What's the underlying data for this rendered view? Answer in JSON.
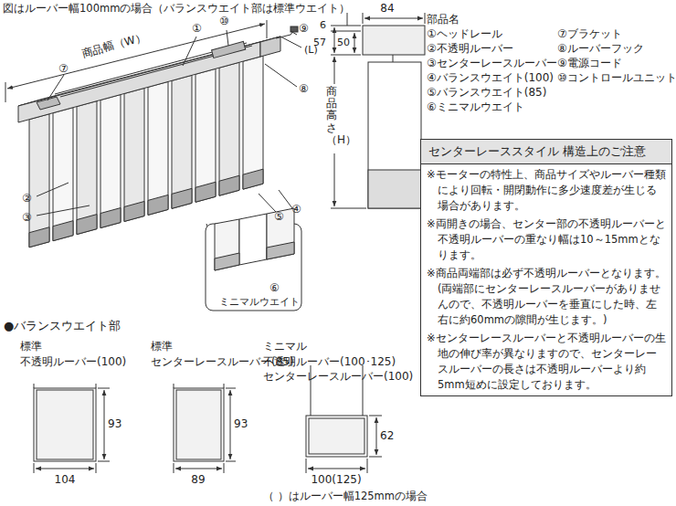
{
  "diagram": {
    "nodes": [
      {
        "text": [
          "センターレーススタイル 構造上のご注意",
          "※モーターの特性上、商品サイズやルーバー種類により回転・開閉動作に多少速度差が生じる場合があります。",
          "※両開きの場合、センター部の不透明ルーバーと不透明ルーバーの重なり幅は10～15mmとなります。",
          "※商品両端部は必ず不透明ルーバーとなります。(両端部にセンターレースルーバーがありませんので、不透明ルーバーを垂直にした時、左右に約60mmの隙間が生じます。)",
          "※センターレースルーバーと不透明ルーバーの生地の伸び率が異なりますので、センターレースルーバーの長さは不透明ルーバーより約5mm短めに設定しております。"
        ]
      }
    ],
    "labels": [
      "図はルーバー幅100mmの場合（バランスウエイト部は標準ウエイト）",
      "商品幅（W）",
      "①",
      "⑩",
      "⑨",
      "(L)",
      "⑦",
      "⑧",
      "②",
      "③",
      "⑤",
      "④",
      "ミニマルウエイト",
      "⑥",
      "84",
      "6",
      "50",
      "57",
      "商品高さ（H）",
      "部品名",
      "①ヘッドレール",
      "②不透明ルーバー",
      "③センターレースルーバー",
      "④バランスウエイト(100)",
      "⑤バランスウエイト(85)",
      "⑥ミニマルウエイト",
      "⑦ブラケット",
      "⑧ルーバーフック",
      "⑨電源コード",
      "⑩コントロールユニット",
      "●バランスウエイト部",
      "標準",
      "不透明ルーバー(100)",
      "標準",
      "センターレースルーバー(85)",
      "ミニマル",
      "不透明ルーバー(100･125)",
      "センターレースルーバー(100)",
      "93",
      "104",
      "93",
      "89",
      "62",
      "100(125)",
      "（ ）はルーバー幅125mmの場合"
    ]
  }
}
